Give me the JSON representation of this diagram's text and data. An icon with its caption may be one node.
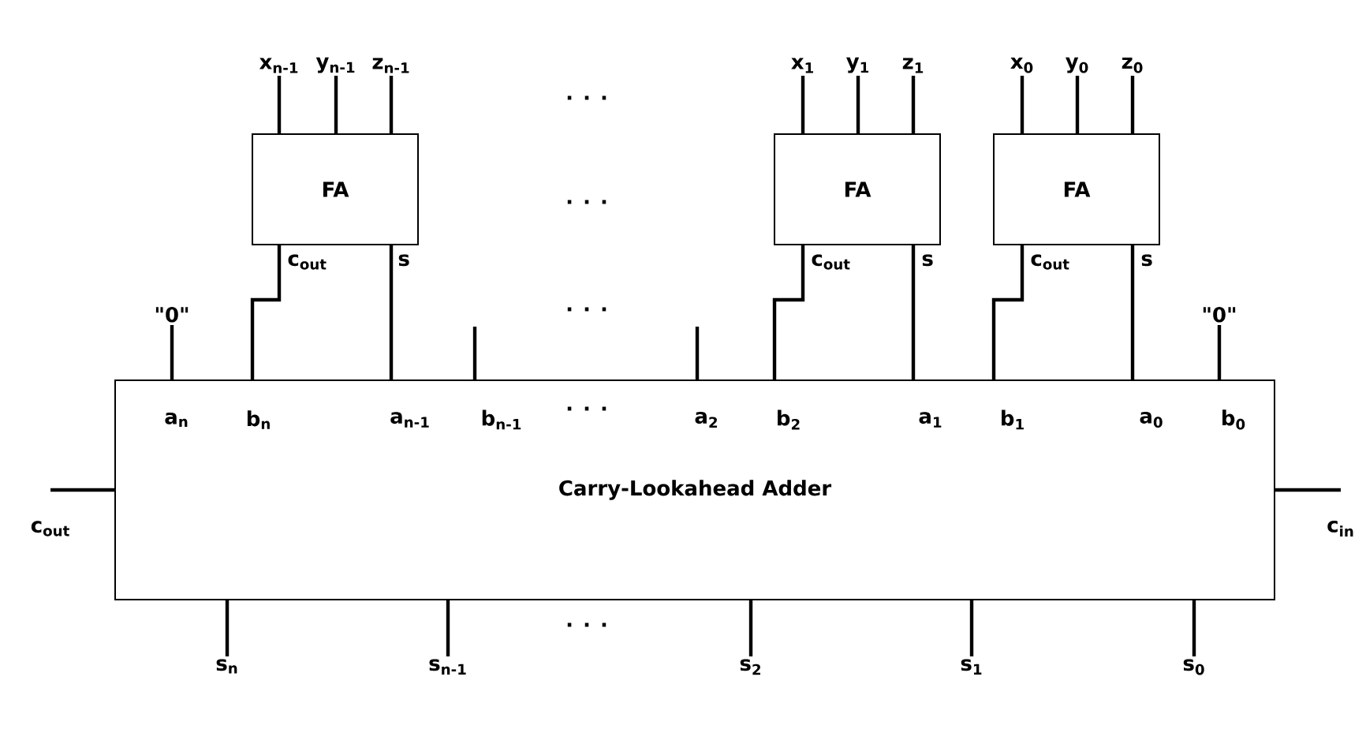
{
  "diagram": {
    "nodes": [
      {
        "text": [
          "FA"
        ]
      },
      {
        "text": [
          "FA"
        ]
      },
      {
        "text": [
          "FA"
        ]
      },
      {
        "text": [
          "Carry-Lookahead Adder"
        ]
      },
      {
        "text": [
          "x$_{n-1}$"
        ]
      },
      {
        "text": [
          "y$_{n-1}$"
        ]
      },
      {
        "text": [
          "z$_{n-1}$"
        ]
      },
      {
        "text": [
          "x$_{1}$"
        ]
      },
      {
        "text": [
          "y$_{1}$"
        ]
      },
      {
        "text": [
          "z$_{1}$"
        ]
      },
      {
        "text": [
          "x$_{0}$"
        ]
      },
      {
        "text": [
          "y$_{0}$"
        ]
      },
      {
        "text": [
          "z$_{0}$"
        ]
      },
      {
        "text": [
          "\"0\""
        ]
      },
      {
        "text": [
          "\"0\""
        ]
      },
      {
        "text": [
          "c$_{out}$"
        ]
      },
      {
        "text": [
          "c$_{in}$"
        ]
      },
      {
        "text": [
          "s$_{n}$"
        ]
      },
      {
        "text": [
          "s$_{n-1}$"
        ]
      },
      {
        "text": [
          "s$_{2}$"
        ]
      },
      {
        "text": [
          "s$_{1}$"
        ]
      },
      {
        "text": [
          "s$_{0}$"
        ]
      }
    ],
    "edges": [
      {
        "from": 4,
        "to": 0,
        "arrow": "none"
      },
      {
        "from": 5,
        "to": 0,
        "arrow": "none"
      },
      {
        "from": 6,
        "to": 0,
        "arrow": "none"
      },
      {
        "from": 7,
        "to": 1,
        "arrow": "none"
      },
      {
        "from": 8,
        "to": 1,
        "arrow": "none"
      },
      {
        "from": 9,
        "to": 1,
        "arrow": "none"
      },
      {
        "from": 10,
        "to": 2,
        "arrow": "none"
      },
      {
        "from": 11,
        "to": 2,
        "arrow": "none"
      },
      {
        "from": 12,
        "to": 2,
        "arrow": "none"
      },
      {
        "from": 0,
        "to": 3,
        "arrow": "none",
        "label": "c$_{out}$"
      },
      {
        "from": 0,
        "to": 3,
        "arrow": "none",
        "label": "s"
      },
      {
        "from": 1,
        "to": 3,
        "arrow": "none",
        "label": "c$_{out}$"
      },
      {
        "from": 1,
        "to": 3,
        "arrow": "none",
        "label": "s"
      },
      {
        "from": 2,
        "to": 3,
        "arrow": "none",
        "label": "c$_{out}$"
      },
      {
        "from": 2,
        "to": 3,
        "arrow": "none",
        "label": "s"
      },
      {
        "from": 13,
        "to": 3,
        "arrow": "none"
      },
      {
        "from": 14,
        "to": 3,
        "arrow": "none"
      },
      {
        "from": null,
        "to": 3,
        "arrow": "none"
      },
      {
        "from": null,
        "to": 3,
        "arrow": "none"
      },
      {
        "from": 3,
        "to": 15,
        "arrow": "none"
      },
      {
        "from": 16,
        "to": 3,
        "arrow": "none"
      },
      {
        "from": 3,
        "to": 17,
        "arrow": "none"
      },
      {
        "from": 3,
        "to": 18,
        "arrow": "none"
      },
      {
        "from": 3,
        "to": 19,
        "arrow": "none"
      },
      {
        "from": 3,
        "to": 20,
        "arrow": "none"
      },
      {
        "from": 3,
        "to": 21,
        "arrow": "none"
      }
    ],
    "labels": [
      ". . .",
      ". . .",
      ". . .",
      "a$_{n}$",
      "b$_{n}$",
      "a$_{n-1}$",
      "b$_{n-1}$",
      ". . .",
      "a$_{2}$",
      "b$_{2}$",
      "a$_{1}$",
      "b$_{1}$",
      "a$_{0}$",
      "b$_{0}$",
      ". . ."
    ]
  }
}
